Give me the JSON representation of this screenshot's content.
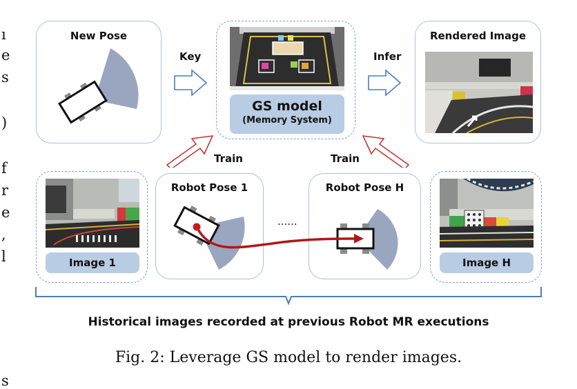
{
  "new_pose": {
    "title": "New Pose"
  },
  "key_label": "Key",
  "infer_label": "Infer",
  "gs_model": {
    "title": "GS model",
    "subtitle": "(Memory System)"
  },
  "rendered": {
    "title": "Rendered Image"
  },
  "train_left": "Train",
  "train_right": "Train",
  "image1": {
    "label": "Image 1"
  },
  "robot_pose_1": {
    "title": "Robot Pose 1"
  },
  "ellipsis": "......",
  "robot_pose_h": {
    "title": "Robot Pose H"
  },
  "imageH": {
    "label": "Image H"
  },
  "historical_caption": "Historical images recorded at previous Robot MR executions",
  "figure_caption": "Fig. 2: Leverage GS model to render images.",
  "left_margin_fragments": [
    "ı",
    "e",
    "s",
    ")",
    "f",
    "r",
    "e",
    ",",
    "l",
    "s"
  ],
  "colors": {
    "box_border": "#a9c2dc",
    "label_fill": "#b8cce4",
    "trajectory": "#b01818",
    "fov": "#9aa6c0"
  }
}
